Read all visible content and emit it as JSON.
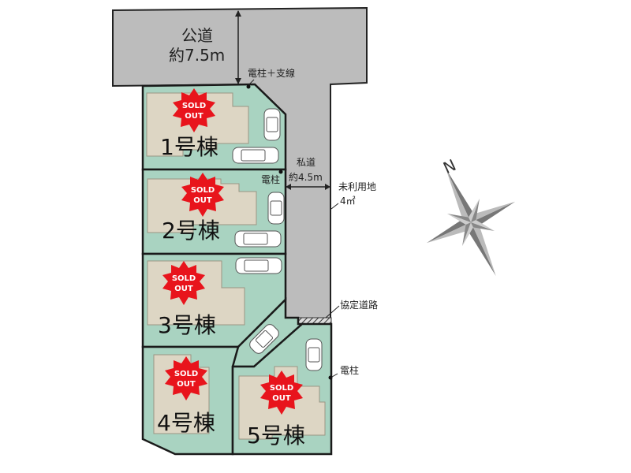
{
  "public_road": {
    "name": "公道",
    "width": "約7.5m"
  },
  "private_road": {
    "name": "私道",
    "width": "約4.5m"
  },
  "annotations": {
    "pole_guy": "電柱＋支線",
    "pole_1": "電柱",
    "pole_2": "電柱",
    "unused_land": "未利用地",
    "unused_area": "4㎡",
    "agreement_road": "協定道路",
    "north": "N"
  },
  "lots": [
    {
      "label": "1号棟",
      "status": "SOLD",
      "status2": "OUT"
    },
    {
      "label": "2号棟",
      "status": "SOLD",
      "status2": "OUT"
    },
    {
      "label": "3号棟",
      "status": "SOLD",
      "status2": "OUT"
    },
    {
      "label": "4号棟",
      "status": "SOLD",
      "status2": "OUT"
    },
    {
      "label": "5号棟",
      "status": "SOLD",
      "status2": "OUT"
    }
  ],
  "colors": {
    "lot": "#a9d3c1",
    "road": "#bcbcbc",
    "building": "#ddd6c4",
    "sold_badge": "#e8141c"
  }
}
